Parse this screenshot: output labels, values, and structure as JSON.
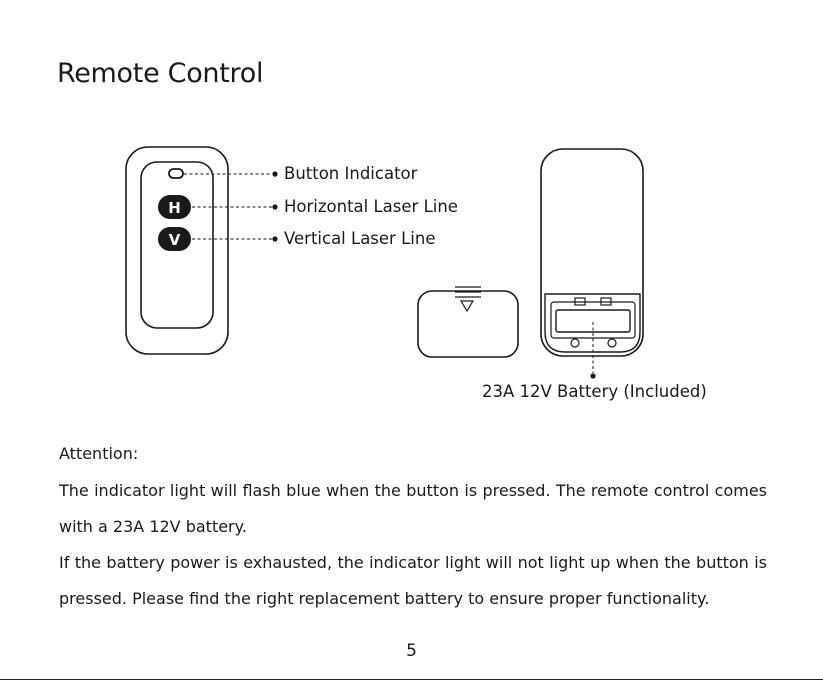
{
  "page": {
    "title": "Remote Control",
    "page_number": "5"
  },
  "diagram": {
    "remote_front": {
      "button_h_label": "H",
      "button_v_label": "V"
    },
    "callouts": {
      "button_indicator": "Button Indicator",
      "horizontal_laser_line": "Horizontal Laser Line",
      "vertical_laser_line": "Vertical Laser Line",
      "battery": "23A 12V Battery (Included)"
    }
  },
  "attention": {
    "heading": "Attention:",
    "paragraph_1": "The indicator light will flash blue when the button is pressed. The remote control comes with a 23A 12V battery.",
    "paragraph_2": "If the battery power is exhausted, the indicator light will not light up when the button is pressed. Please find the right replacement battery to ensure proper functionality."
  },
  "colors": {
    "ink": "#1a1a1a",
    "button_fill": "#1a1a1a",
    "button_text": "#ffffff"
  }
}
